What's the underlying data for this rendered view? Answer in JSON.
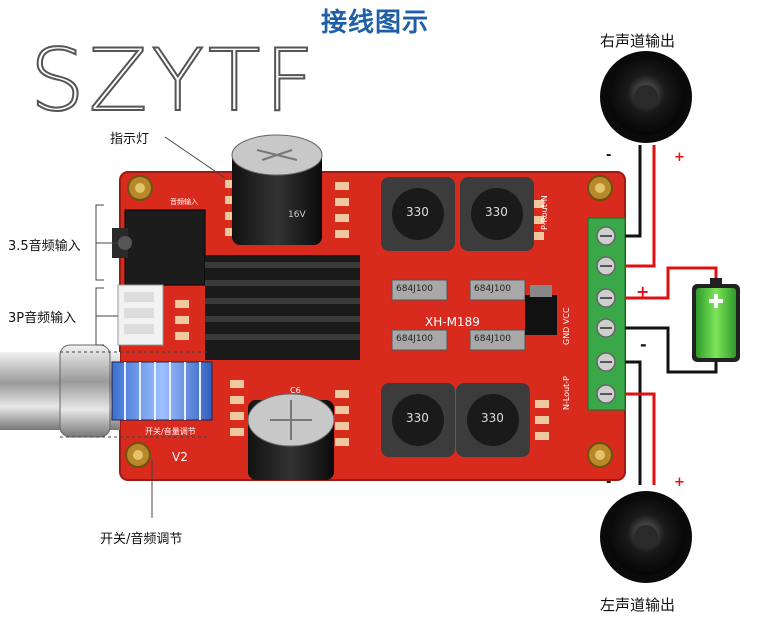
{
  "title": "接线图示",
  "brand": "SZYTF",
  "labels": {
    "indicator": "指示灯",
    "audio35": "3.5音频输入",
    "audio3p": "3P音频输入",
    "switch": "开关/音频调节",
    "right_out": "右声道输出",
    "left_out": "左声道输出"
  },
  "polarity": {
    "minus": "-",
    "plus": "+"
  },
  "board": {
    "model": "XH-M189",
    "version": "V2",
    "audio_in_silk": "音频输入",
    "switch_silk": "开关/音量调节",
    "inductor": "330",
    "cap_top": "684J100",
    "cap_2": "684J100",
    "cap_3": "684J100",
    "cap_4": "684J100",
    "terminal_top": "P-Rout-N",
    "terminal_mid": "GND VCC",
    "terminal_bot": "N-Lout-P",
    "cap_elec": "16V",
    "cap_elec2": "C6"
  },
  "colors": {
    "board": "#d92a1e",
    "terminal": "#3aa848",
    "wire_red": "#e01010",
    "wire_black": "#111111",
    "battery_green": "#4fc43a",
    "title_blue": "#1f5fa8"
  }
}
